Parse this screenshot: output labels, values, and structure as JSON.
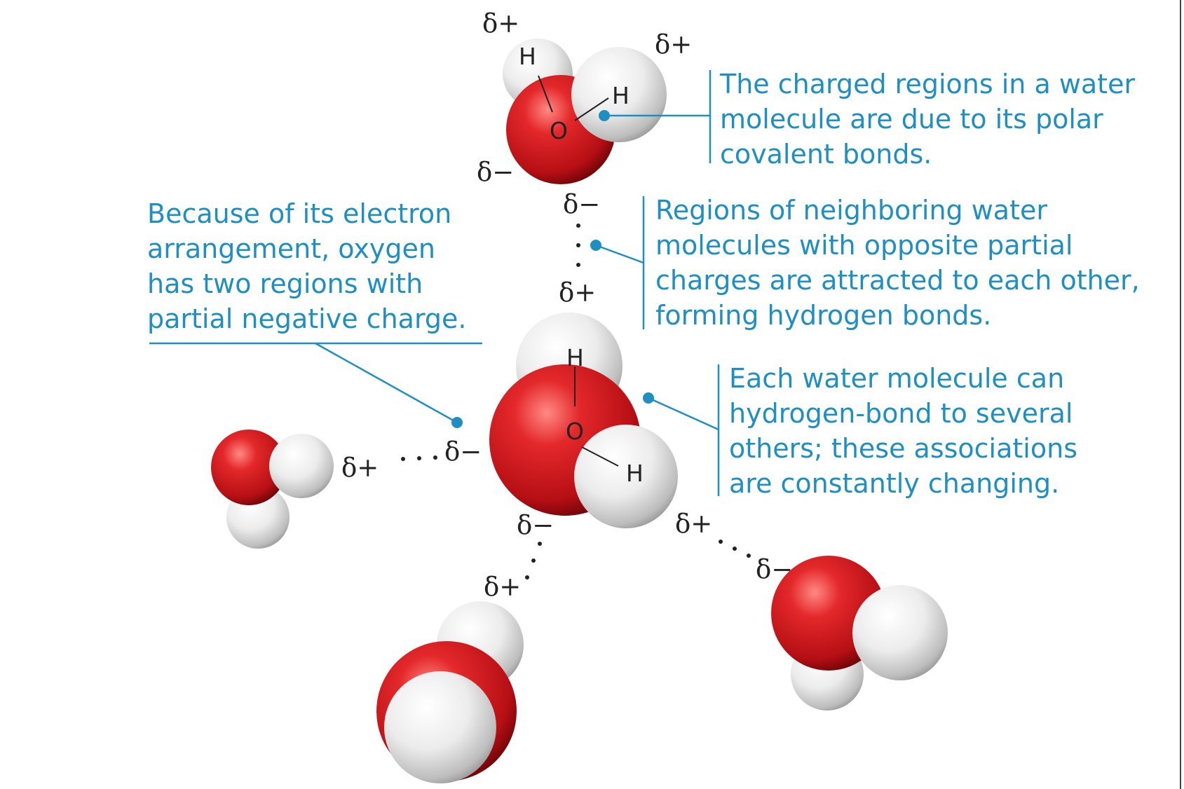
{
  "callouts": {
    "polar_bonds": "The charged regions in a water\nmolecule are due to its polar\ncovalent bonds.",
    "hydrogen_bonds": "Regions of neighboring water\nmolecules with opposite partial\ncharges are attracted to each other,\nforming hydrogen bonds.",
    "oxygen_regions": "Because of its electron\narrangement, oxygen\nhas two regions with\npartial negative charge.",
    "several_others": "Each water molecule can\nhydrogen-bond to several\nothers; these associations\nare constantly changing."
  },
  "charges": {
    "positive": "δ+",
    "negative": "δ−"
  },
  "atoms": {
    "hydrogen": "H",
    "oxygen": "O"
  },
  "colors": {
    "callout_text": "#1f8fc2",
    "oxygen": "#d71e22",
    "hydrogen": "#ececec"
  }
}
